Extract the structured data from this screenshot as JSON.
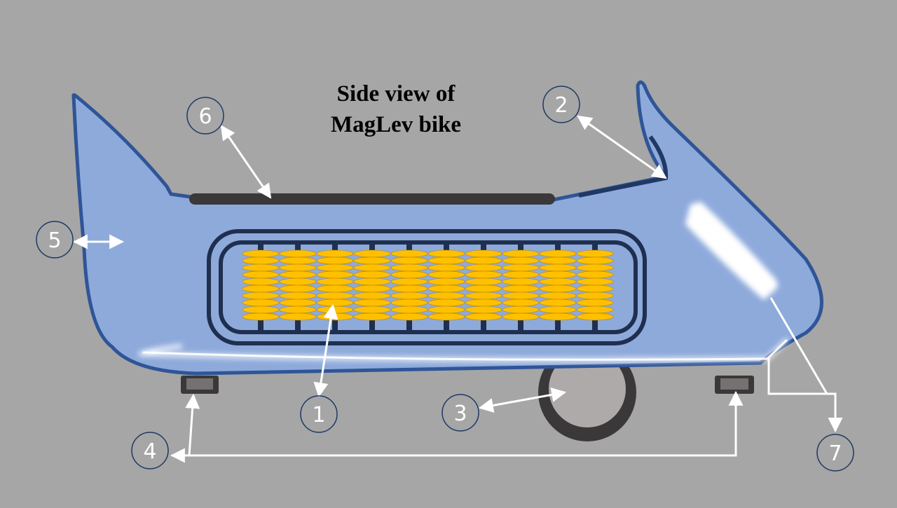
{
  "title_line1": "Side view of",
  "title_line2": "MagLev bike",
  "callouts": [
    "1",
    "2",
    "3",
    "4",
    "5",
    "6",
    "7"
  ],
  "colors": {
    "background": "#a6a6a6",
    "body_fill": "#8eaadb",
    "body_outline": "#2f5597",
    "coil_fill": "#ffc000",
    "coil_frame": "#1f2f4f",
    "seat": "#3a3838",
    "wheel": "#3a3838",
    "wheel_hub": "#aeaaaa",
    "arrows": "#ffffff"
  }
}
